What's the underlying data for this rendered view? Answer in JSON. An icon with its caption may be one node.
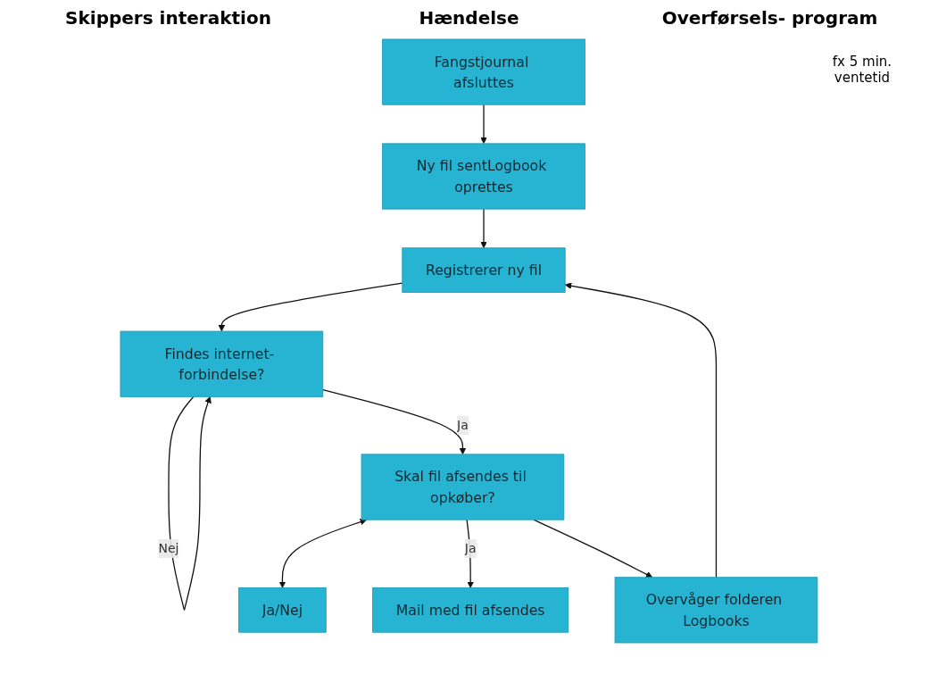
{
  "diagram": {
    "nodes": [
      {
        "text": [
          "Fangstjournal afsluttes"
        ]
      },
      {
        "text": [
          "Ny fil sentLogbook oprettes"
        ]
      },
      {
        "text": [
          "Overvåger folderen Logbooks"
        ]
      },
      {
        "text": [
          "Registrerer ny fil"
        ]
      },
      {
        "text": [
          "Findes internet- forbindelse?"
        ]
      },
      {
        "text": [
          "Skal fil afsendes til opkøber?"
        ]
      },
      {
        "text": [
          "Ja/Nej"
        ]
      },
      {
        "text": [
          "Mail med fil afsendes"
        ]
      }
    ],
    "edges": [
      {
        "from": 0,
        "to": 1,
        "arrow": "to"
      },
      {
        "from": 1,
        "to": 3,
        "arrow": "to"
      },
      {
        "from": 2,
        "to": 3,
        "arrow": "to"
      },
      {
        "from": 3,
        "to": 4,
        "arrow": "to"
      },
      {
        "from": 4,
        "to": 4,
        "arrow": "to",
        "label": "Nej"
      },
      {
        "from": 4,
        "to": 5,
        "arrow": "to",
        "label": "Ja"
      },
      {
        "from": 5,
        "to": 6,
        "arrow": "both"
      },
      {
        "from": 5,
        "to": 7,
        "arrow": "to",
        "label": "Ja"
      },
      {
        "from": 5,
        "to": 2,
        "arrow": "to"
      }
    ],
    "labels": [
      "Skippers interaktion",
      "Hændelse",
      "Overførsels- program",
      "fx 5 min. ventetid"
    ]
  }
}
